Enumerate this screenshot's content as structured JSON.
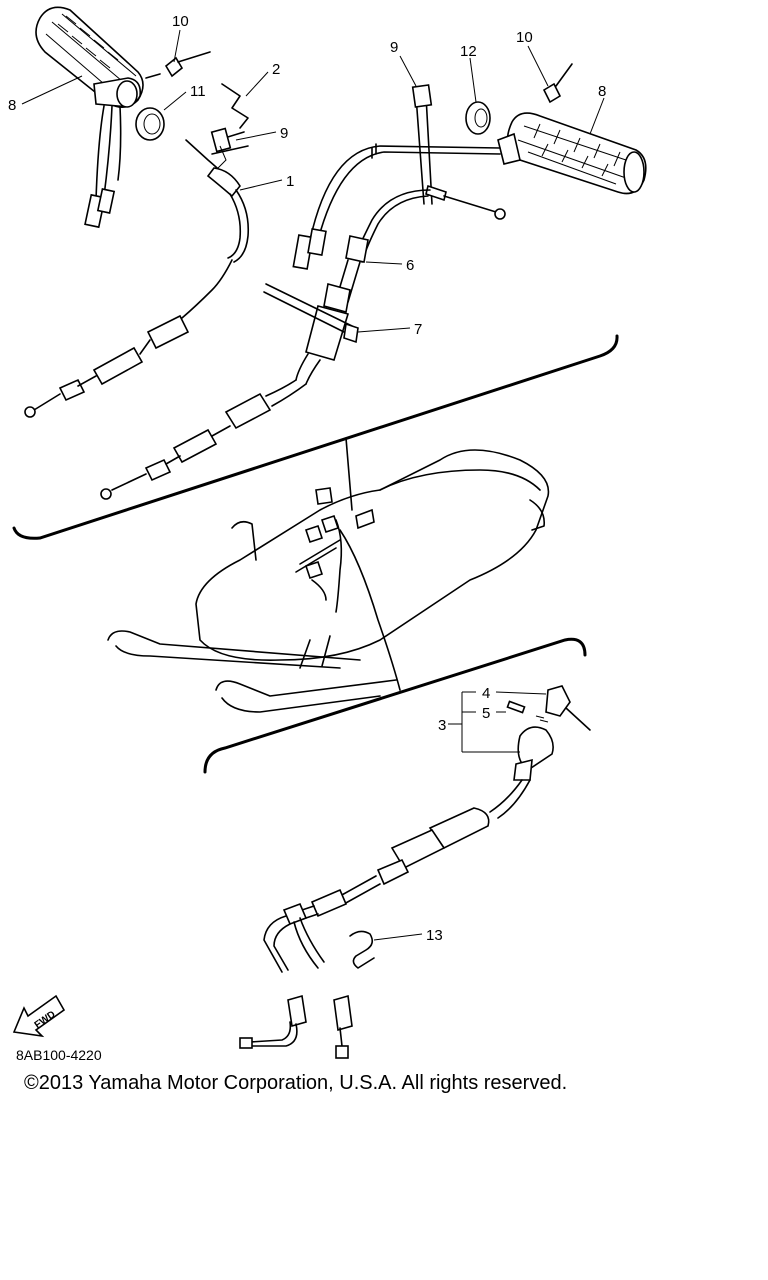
{
  "callouts": {
    "c1": "1",
    "c2": "2",
    "c3": "3",
    "c4": "4",
    "c5": "5",
    "c6": "6",
    "c7": "7",
    "c8a": "8",
    "c8b": "8",
    "c9a": "9",
    "c9b": "9",
    "c10a": "10",
    "c10b": "10",
    "c11": "11",
    "c12": "12",
    "c13": "13"
  },
  "fwd_label": "FWD",
  "part_code": "8AB100-4220",
  "copyright": "©2013 Yamaha Motor Corporation, U.S.A. All rights reserved."
}
